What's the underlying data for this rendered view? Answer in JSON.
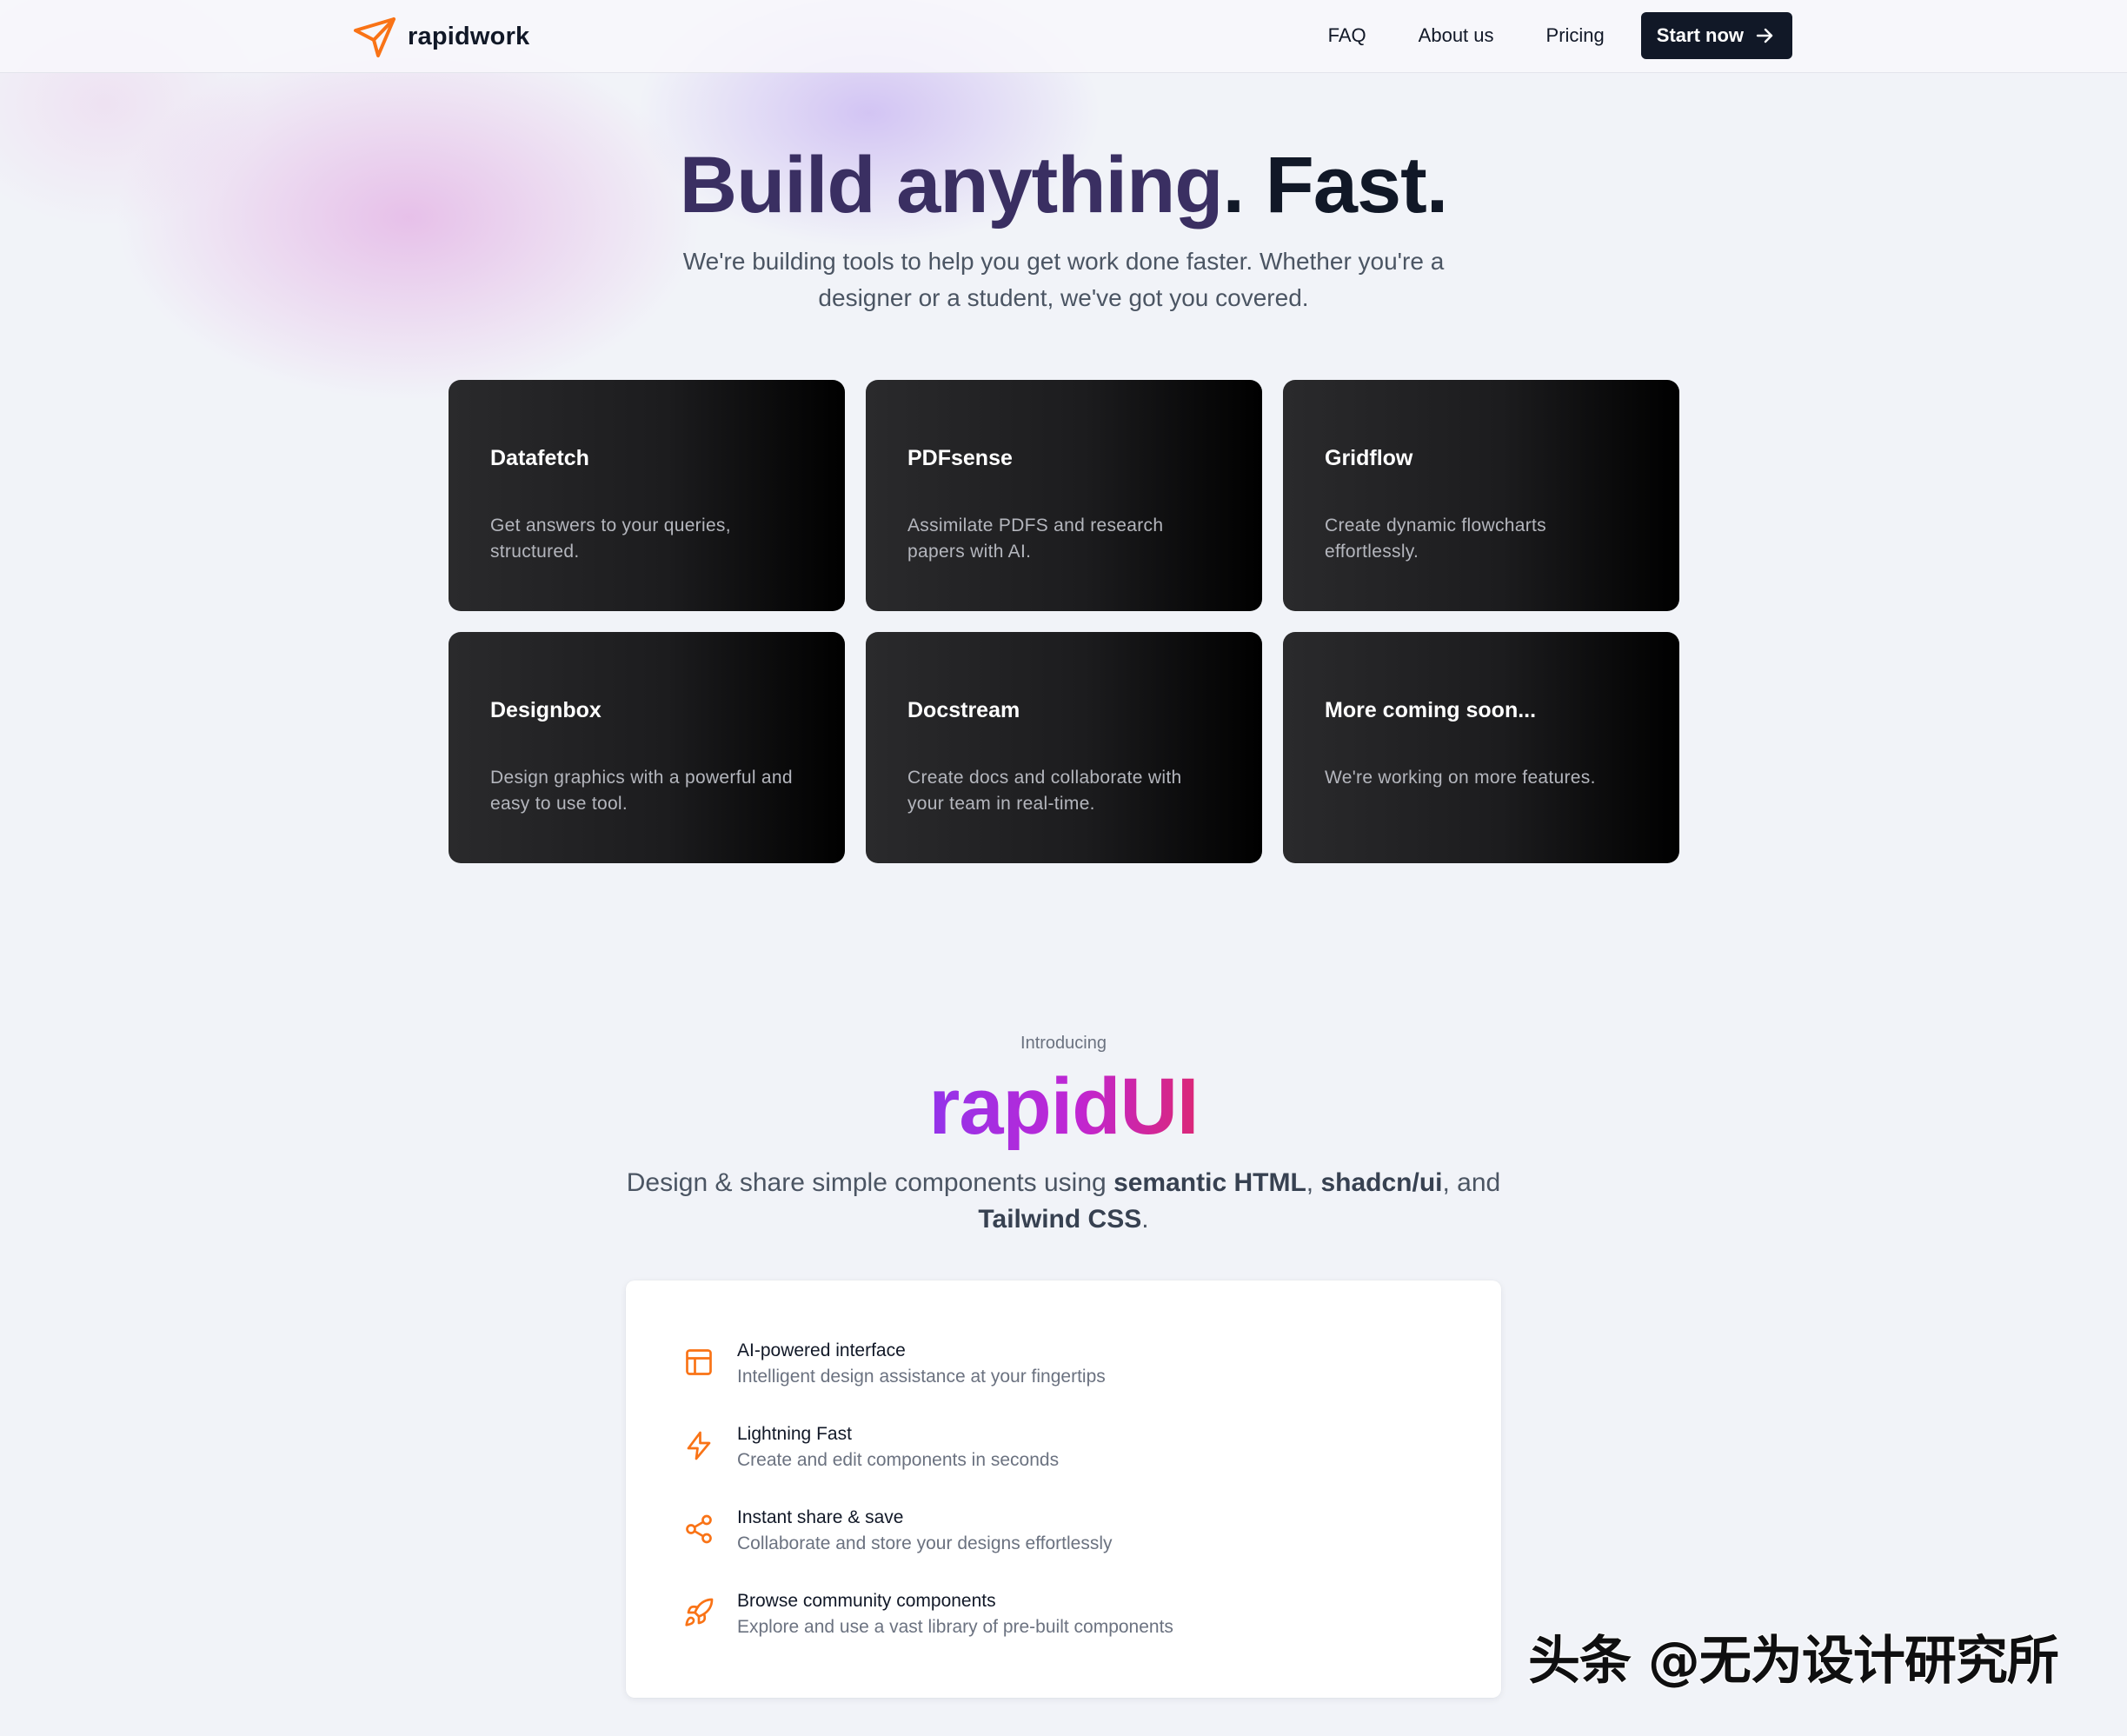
{
  "header": {
    "brand": "rapidwork",
    "nav": [
      {
        "label": "FAQ"
      },
      {
        "label": "About us"
      },
      {
        "label": "Pricing"
      }
    ],
    "cta_label": "Start now",
    "accent_color": "#f97316"
  },
  "hero": {
    "title_part_a": "Build anything",
    "title_part_b": ". Fast.",
    "subtitle": "We're building tools to help you get work done faster. Whether you're a designer or a student, we've got you covered."
  },
  "products": [
    {
      "name": "Datafetch",
      "description": "Get answers to your queries, structured."
    },
    {
      "name": "PDFsense",
      "description": "Assimilate PDFS and research papers with AI."
    },
    {
      "name": "Gridflow",
      "description": "Create dynamic flowcharts effortlessly."
    },
    {
      "name": "Designbox",
      "description": "Design graphics with a powerful and easy to use tool."
    },
    {
      "name": "Docstream",
      "description": "Create docs and collaborate with your team in real-time."
    },
    {
      "name": "More coming soon...",
      "description": "We're working on more features."
    }
  ],
  "intro": {
    "kicker": "Introducing",
    "title": "rapidUI",
    "sub_prefix": "Design & share simple components using ",
    "tech_1": "semantic HTML",
    "sep_1": ", ",
    "tech_2": "shadcn/ui",
    "sep_2": ", and ",
    "tech_3": "Tailwind CSS",
    "sub_suffix": "."
  },
  "features": [
    {
      "icon": "layout-icon",
      "title": "AI-powered interface",
      "description": "Intelligent design assistance at your fingertips"
    },
    {
      "icon": "lightning-icon",
      "title": "Lightning Fast",
      "description": "Create and edit components in seconds"
    },
    {
      "icon": "share-icon",
      "title": "Instant share & save",
      "description": "Collaborate and store your designs effortlessly"
    },
    {
      "icon": "rocket-icon",
      "title": "Browse community components",
      "description": "Explore and use a vast library of pre-built components"
    }
  ],
  "watermark": "头条 @无为设计研究所"
}
